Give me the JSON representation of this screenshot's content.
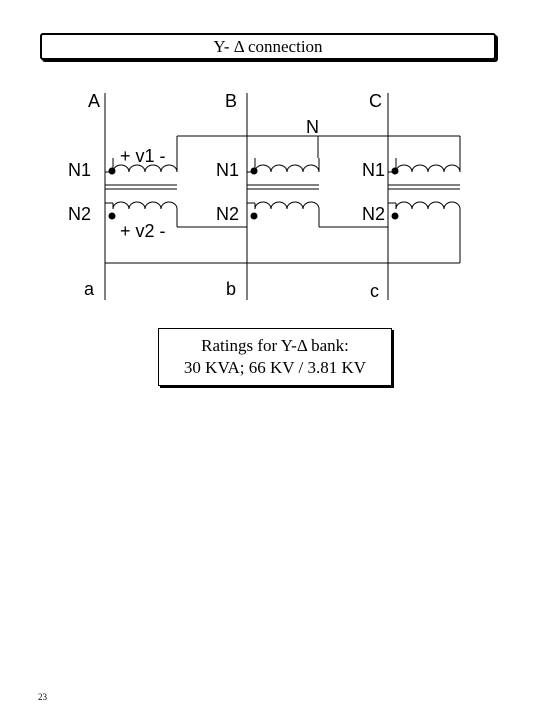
{
  "title": "Y- Δ connection",
  "diagram": {
    "primary_labels": [
      "A",
      "B",
      "C"
    ],
    "secondary_labels": [
      "a",
      "b",
      "c"
    ],
    "neutral_label": "N",
    "n1_label": "N1",
    "n2_label": "N2",
    "v1_label": "+ v1 -",
    "v2_label": "+ v2 -"
  },
  "ratings": {
    "line1": "Ratings for Y-Δ bank:",
    "line2": "30 KVA; 66 KV / 3.81 KV"
  },
  "page_number": "23"
}
